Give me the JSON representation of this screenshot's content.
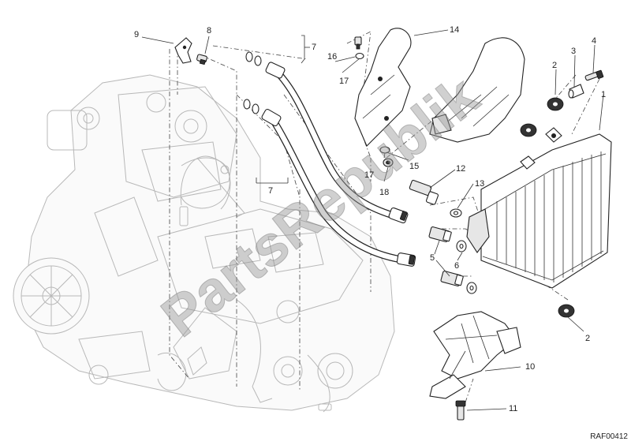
{
  "diagram": {
    "callouts": {
      "c1": "1",
      "c2a": "2",
      "c2b": "2",
      "c3": "3",
      "c4": "4",
      "c5": "5",
      "c6": "6",
      "c7a": "7",
      "c7b": "7",
      "c8": "8",
      "c9": "9",
      "c10": "10",
      "c11": "11",
      "c12": "12",
      "c13": "13",
      "c14": "14",
      "c15": "15",
      "c16": "16",
      "c17a": "17",
      "c17b": "17",
      "c18": "18"
    },
    "drawing_code": "RAF00412",
    "watermark": "PartsRepublik"
  }
}
